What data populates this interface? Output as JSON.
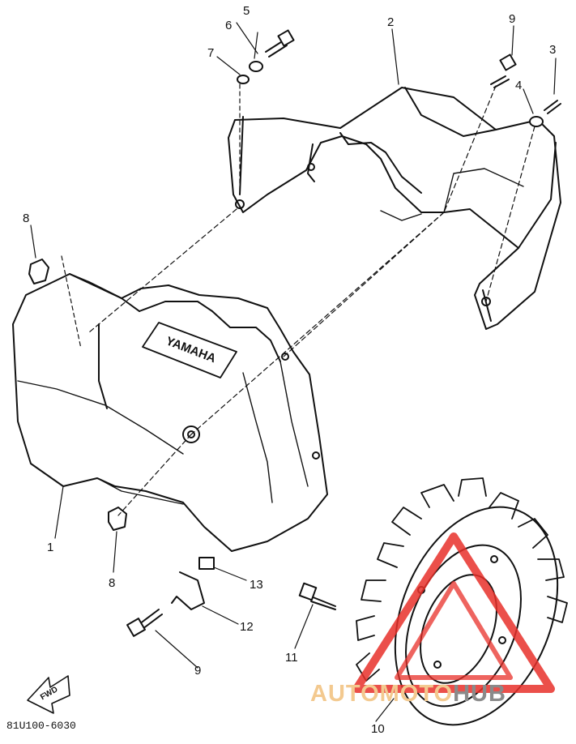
{
  "diagram": {
    "drawing_code": "81U100-6030",
    "brand_embossed": "YAMAHA",
    "fwd_arrow_text": "FWD",
    "callouts": {
      "n1": "1",
      "n2": "2",
      "n3": "3",
      "n4": "4",
      "n5": "5",
      "n6": "6",
      "n7": "7",
      "n8a": "8",
      "n8b": "8",
      "n9a": "9",
      "n9b": "9",
      "n10": "10",
      "n11": "11",
      "n12": "12",
      "n13": "13"
    }
  },
  "watermark": {
    "part1": "AUTOMOTO",
    "part2": "HUB",
    "color_main": "#e8302a",
    "color_text_light": "#f3c98f",
    "color_text_grey": "#8a8a8a"
  }
}
